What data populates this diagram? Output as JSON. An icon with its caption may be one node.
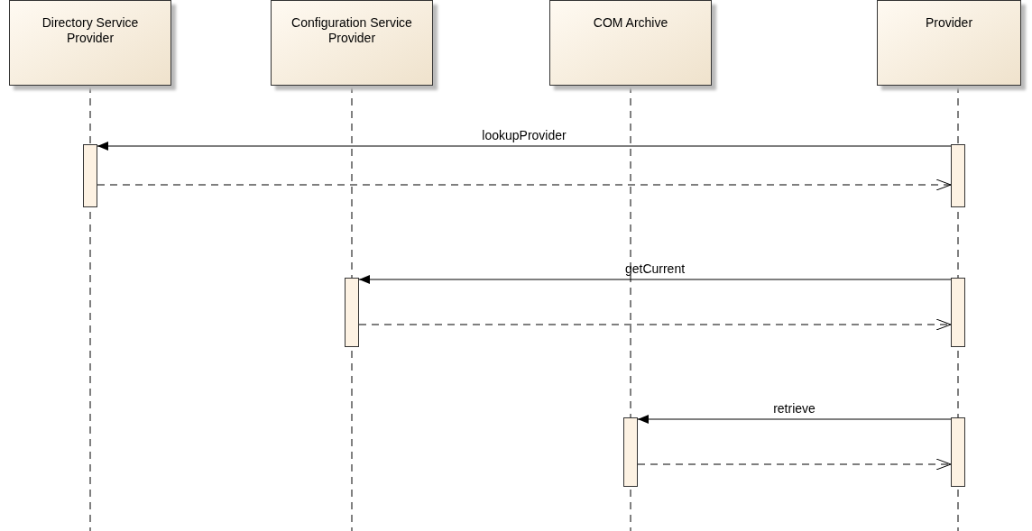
{
  "diagram": {
    "nodes": [
      {
        "text": [
          "Directory Service Provider"
        ]
      },
      {
        "text": [
          "Configuration Service Provider"
        ]
      },
      {
        "text": [
          "COM Archive"
        ]
      },
      {
        "text": [
          "Provider"
        ]
      },
      {
        "text": [],
        "shape": "bar"
      },
      {
        "text": [],
        "shape": "bar"
      },
      {
        "text": [],
        "shape": "bar"
      },
      {
        "text": [],
        "shape": "bar"
      },
      {
        "text": [],
        "shape": "bar"
      },
      {
        "text": [],
        "shape": "bar"
      }
    ],
    "edges": [
      {
        "from": 5,
        "to": 4,
        "arrow": "to",
        "label": "lookupProvider"
      },
      {
        "from": 4,
        "to": 5,
        "arrow": "to",
        "style": "dashed"
      },
      {
        "from": 7,
        "to": 6,
        "arrow": "to",
        "label": "getCurrent"
      },
      {
        "from": 6,
        "to": 7,
        "arrow": "to",
        "style": "dashed"
      },
      {
        "from": 9,
        "to": 8,
        "arrow": "to",
        "label": "retrieve"
      },
      {
        "from": 8,
        "to": 9,
        "arrow": "to",
        "style": "dashed"
      }
    ]
  }
}
